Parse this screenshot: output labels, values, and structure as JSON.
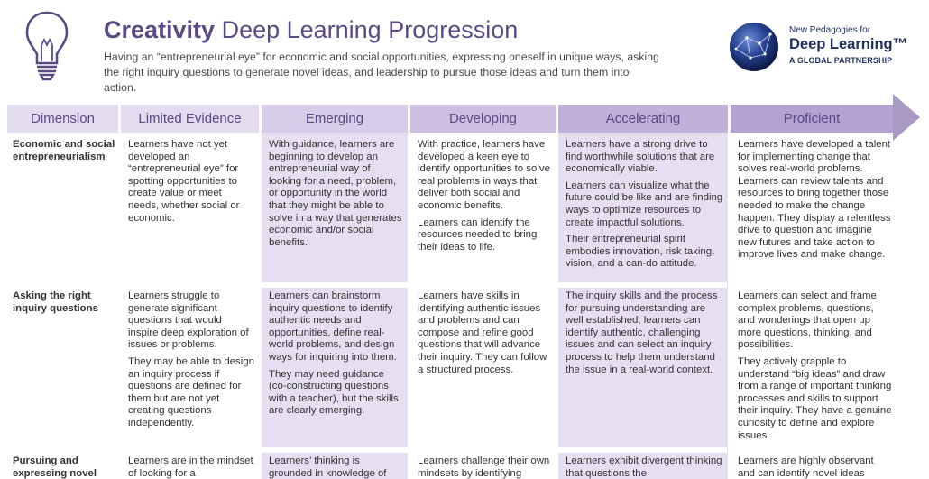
{
  "header": {
    "title_bold": "Creativity",
    "title_rest": " Deep Learning Progression",
    "subtitle": "Having an “entrepreneurial eye” for economic and social opportunities, expressing oneself in unique ways, asking the right inquiry questions to generate novel ideas, and leadership to pursue those ideas and turn them into action."
  },
  "logo": {
    "line1": "New Pedagogies for",
    "line2": "Deep Learning™",
    "line3": "A GLOBAL PARTNERSHIP"
  },
  "columns": [
    "Dimension",
    "Limited Evidence",
    "Emerging",
    "Developing",
    "Accelerating",
    "Proficient"
  ],
  "rows": [
    {
      "dimension": "Economic and social entrepreneurialism",
      "cells": [
        [
          "Learners have not yet developed an “entrepreneurial eye” for spotting opportunities to create value or meet needs, whether social or economic."
        ],
        [
          "With guidance, learners are beginning to develop an entrepreneurial way of looking for a need, problem, or opportunity in the world that they might be able to solve in a way that generates economic and/or social benefits."
        ],
        [
          "With practice, learners have developed a keen eye to identify opportunities to solve real problems in ways that deliver both social and economic benefits.",
          "Learners can identify the resources needed to bring their ideas to life."
        ],
        [
          "Learners have a strong drive to find worthwhile solutions that are economically viable.",
          "Learners can visualize what the future could be like and are finding ways to optimize resources to create impactful solutions.",
          "Their entrepreneurial spirit embodies innovation, risk taking, vision, and a can-do attitude."
        ],
        [
          "Learners have developed a talent for implementing change that solves real-world problems. Learners can review talents and resources to bring together those needed to make the change happen. They display a relentless drive to question and imagine new futures and take action to improve lives and make change."
        ]
      ]
    },
    {
      "dimension": "Asking the right inquiry questions",
      "cells": [
        [
          "Learners struggle to generate significant questions that would inspire deep exploration of issues or problems.",
          "They may be able to design an inquiry process if questions are defined for them but are not yet creating questions independently."
        ],
        [
          "Learners can brainstorm inquiry questions to identify authentic needs and opportunities, define real-world problems, and design ways for inquiring into them.",
          "They may need guidance (co-constructing questions with a teacher), but the skills are clearly emerging."
        ],
        [
          "Learners have skills in identifying authentic issues and problems and can compose and refine good questions that will advance their inquiry. They can follow a structured process."
        ],
        [
          "The inquiry skills and the process for pursuing understanding are well established; learners can identify authentic, challenging issues and can select an inquiry process to help them understand the issue in a real-world context."
        ],
        [
          "Learners can select and frame complex problems, questions, and wonderings that open up more questions, thinking, and possibilities.",
          "They actively grapple to understand “big ideas” and draw from a range of important thinking processes and skills to support their inquiry. They have a genuine curiosity to define and explore issues."
        ]
      ]
    },
    {
      "dimension": "Pursuing and expressing novel",
      "cells": [
        [
          "Learners are in the mindset of looking for a"
        ],
        [
          "Learners’ thinking is grounded in knowledge of"
        ],
        [
          "Learners challenge their own mindsets by identifying"
        ],
        [
          "Learners exhibit divergent thinking that questions the"
        ],
        [
          "Learners are highly observant and can identify novel ideas"
        ]
      ]
    }
  ]
}
